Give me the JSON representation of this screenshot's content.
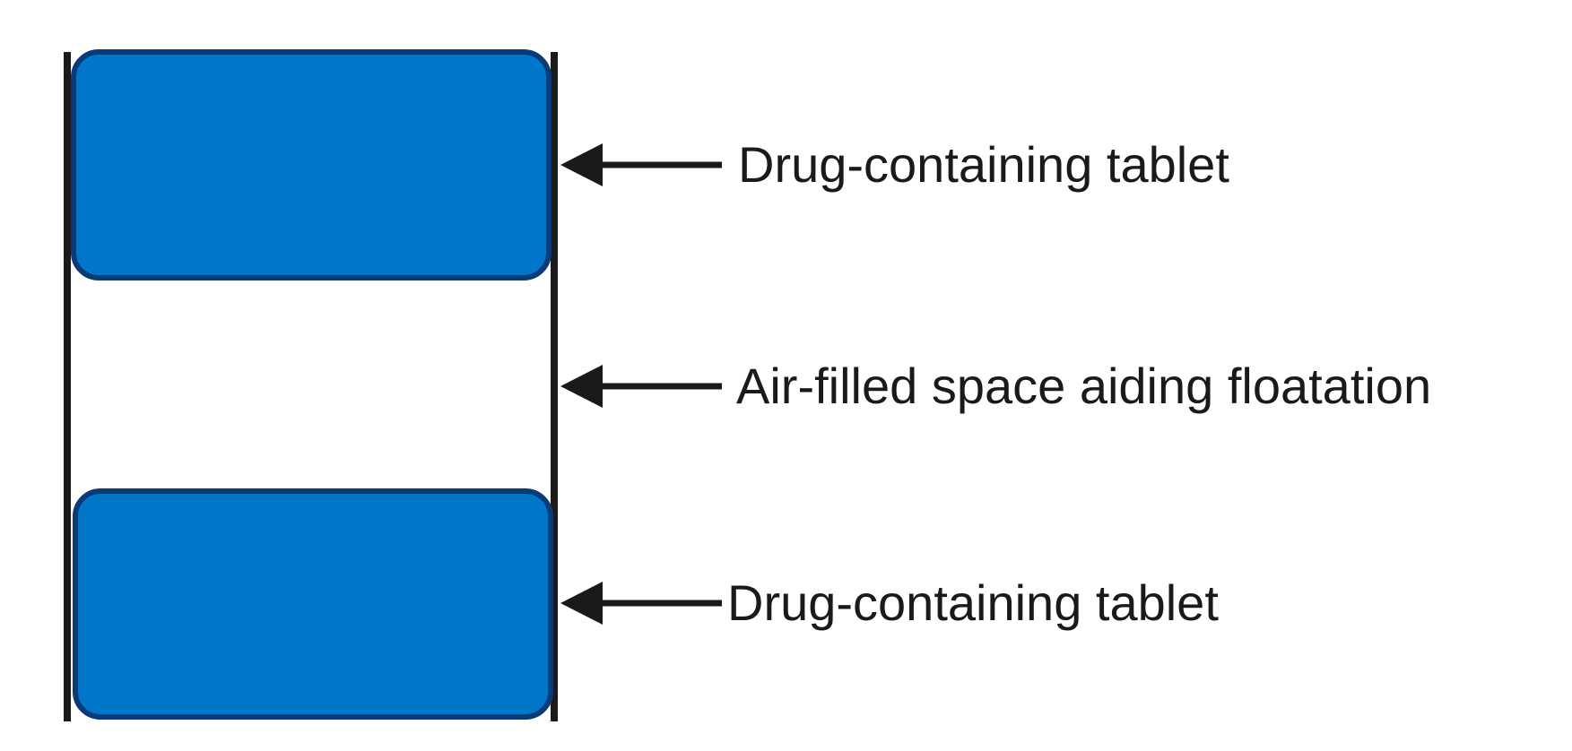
{
  "diagram": {
    "colors": {
      "tablet_fill": "#0077c8",
      "tablet_stroke": "#0b3a78",
      "wall": "#1a1a1a",
      "arrow": "#1a1a1a",
      "text": "#1a1a1a",
      "background": "#ffffff"
    },
    "labels": {
      "top_tablet": "Drug-containing tablet",
      "air_space": "Air-filled space aiding floatation",
      "bottom_tablet": "Drug-containing tablet"
    }
  }
}
